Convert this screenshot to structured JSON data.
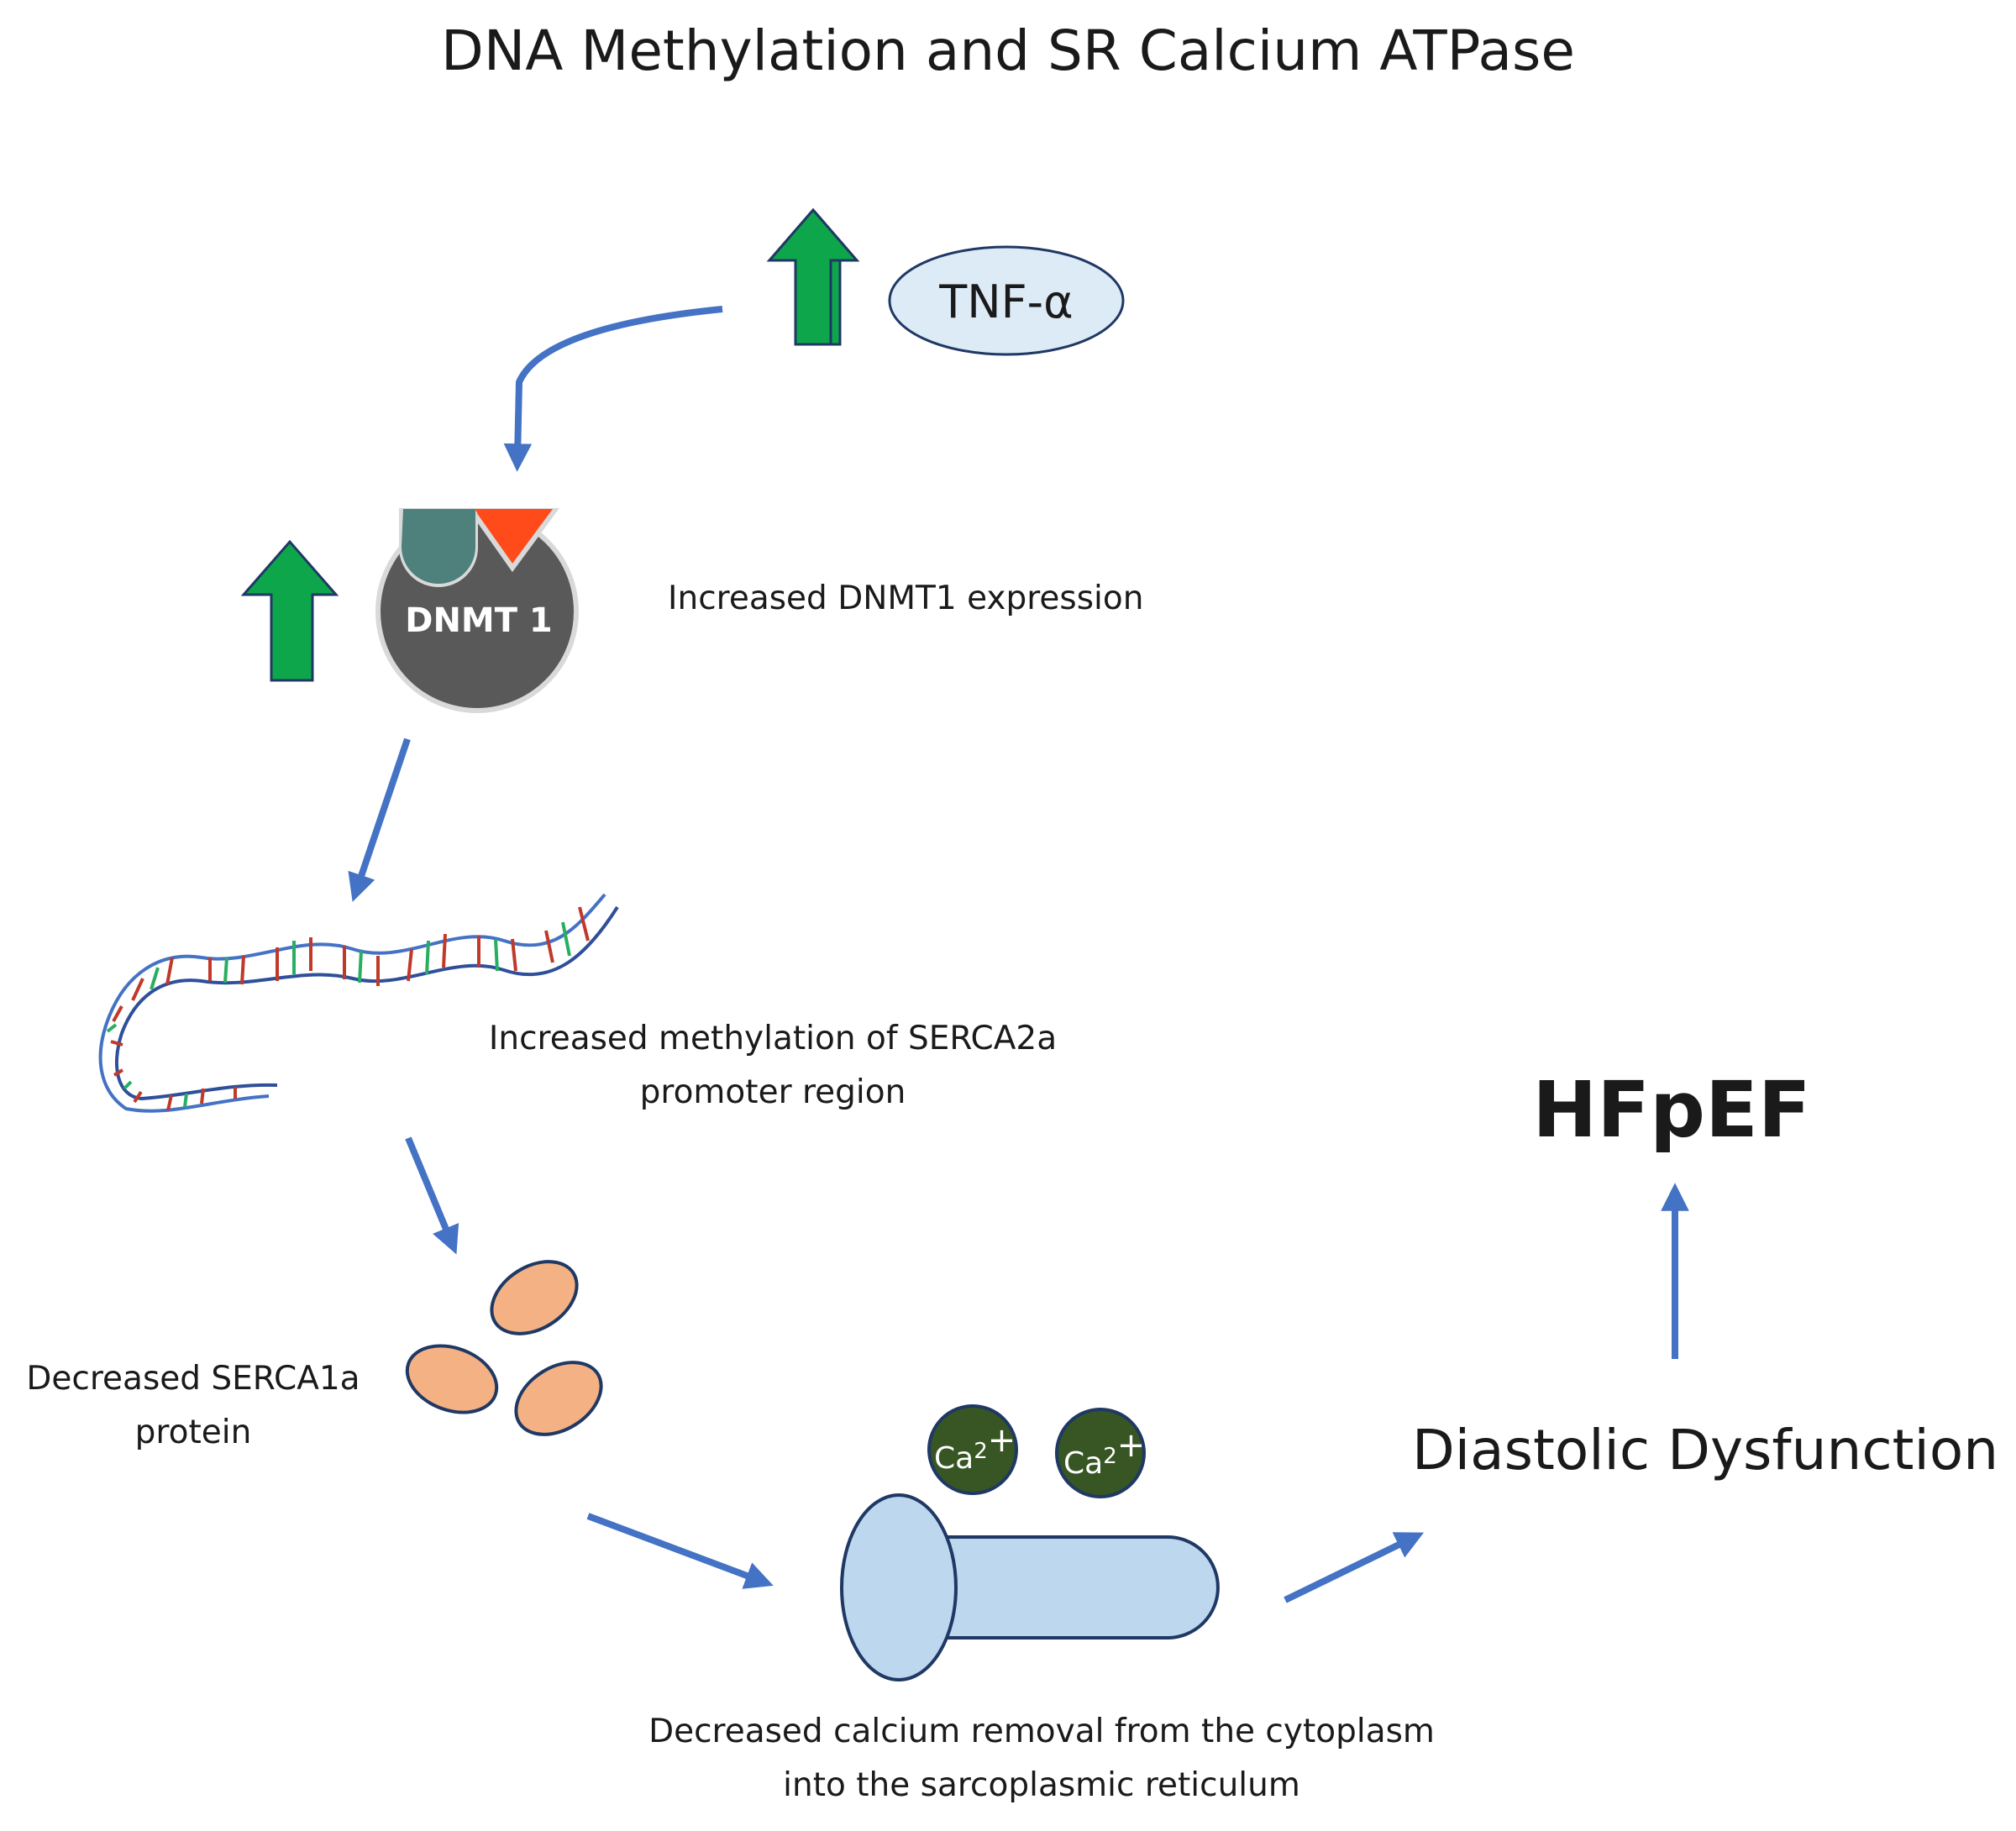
{
  "title": "DNA Methylation and SR Calcium ATPase",
  "tnf": {
    "label": "TNF-α"
  },
  "dnmt": {
    "enzyme_label": "DNMT 1",
    "caption": "Increased DNMT1 expression"
  },
  "methylation": {
    "caption": "Increased methylation of SERCA2a promoter region"
  },
  "serca": {
    "caption": "Decreased SERCA1a protein"
  },
  "calcium": {
    "ion_base": "Ca",
    "ion_charge_digit": "2",
    "ion_charge_sign": "+",
    "caption": "Decreased calcium removal from the cytoplasm into the sarcoplasmic reticulum"
  },
  "outcome": {
    "dysfunction": "Diastolic Dysfunction",
    "disease": "HFpEF"
  },
  "colors": {
    "arrow_blue": "#4472C4",
    "up_arrow_green": "#0DA64B",
    "tnf_fill": "#DDEBF7",
    "dnmt_fill": "#595959",
    "teal": "#4E807C",
    "triangle": "#FF4A1A",
    "protein_fill": "#F4B183",
    "calcium_fill": "#375623",
    "pump_fill": "#BDD7EE",
    "outline_navy": "#1F3864"
  }
}
